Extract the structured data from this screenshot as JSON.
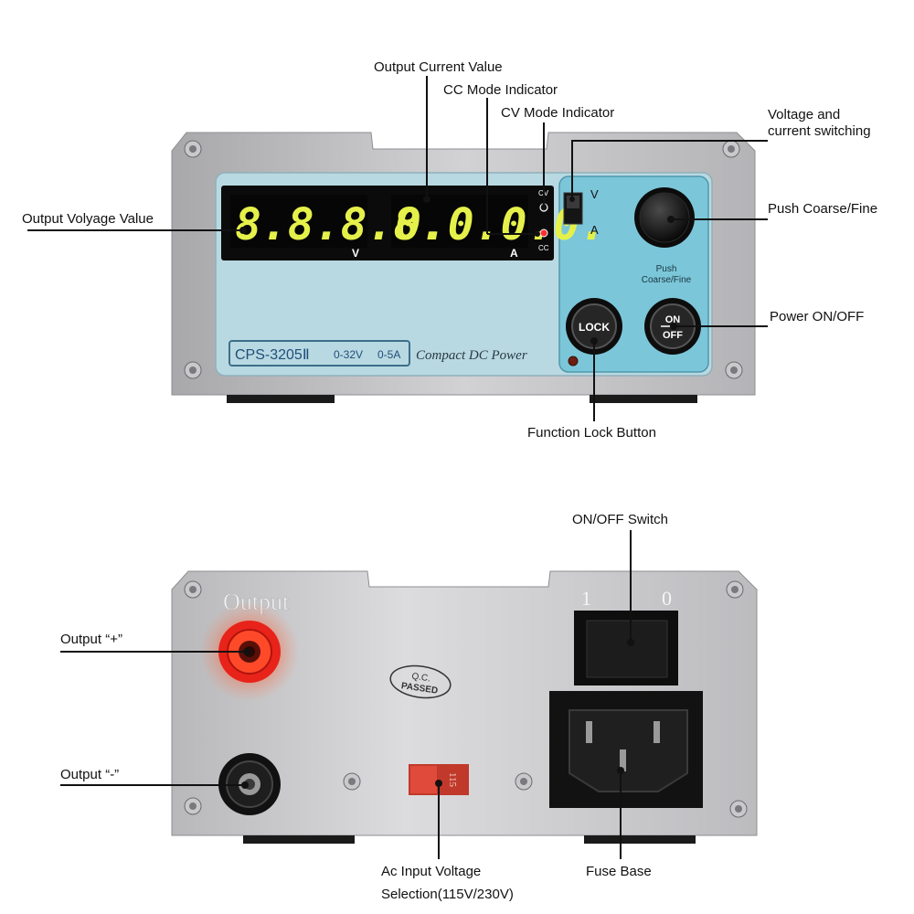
{
  "front": {
    "voltage_display": "8.8.8.8.",
    "current_display": "0.0.0.0.",
    "volt_unit": "V",
    "amp_unit": "A",
    "cv_label": "CV",
    "cc_label": "CC",
    "switch_v": "V",
    "switch_a": "A",
    "knob_caption_line1": "Push",
    "knob_caption_line2": "Coarse/Fine",
    "lock_label": "LOCK",
    "on_label": "ON",
    "off_label": "OFF",
    "model": "CPS-3205Ⅱ",
    "volt_range": "0-32V",
    "amp_range": "0-5A",
    "brand_text": "Compact DC Power"
  },
  "back": {
    "output_label": "Output",
    "switch_1": "1",
    "switch_0": "0",
    "qc_line1": "Q.C.",
    "qc_line2": "PASSED",
    "selector_value": "115"
  },
  "callouts": {
    "output_current": "Output Current Value",
    "cc_indicator": "CC Mode Indicator",
    "cv_indicator": "CV Mode Indicator",
    "va_switch_line1": "Voltage and",
    "va_switch_line2": "current switching",
    "output_voltage": "Output Volyage Value",
    "push_coarse_fine": "Push Coarse/Fine",
    "power_onoff": "Power ON/OFF",
    "function_lock": "Function Lock Button",
    "onoff_switch": "ON/OFF Switch",
    "output_plus": "Output “+”",
    "output_minus": "Output “-”",
    "ac_input_line1": "Ac Input Voltage",
    "ac_input_line2": "Selection(115V/230V)",
    "fuse_base": "Fuse Base"
  }
}
